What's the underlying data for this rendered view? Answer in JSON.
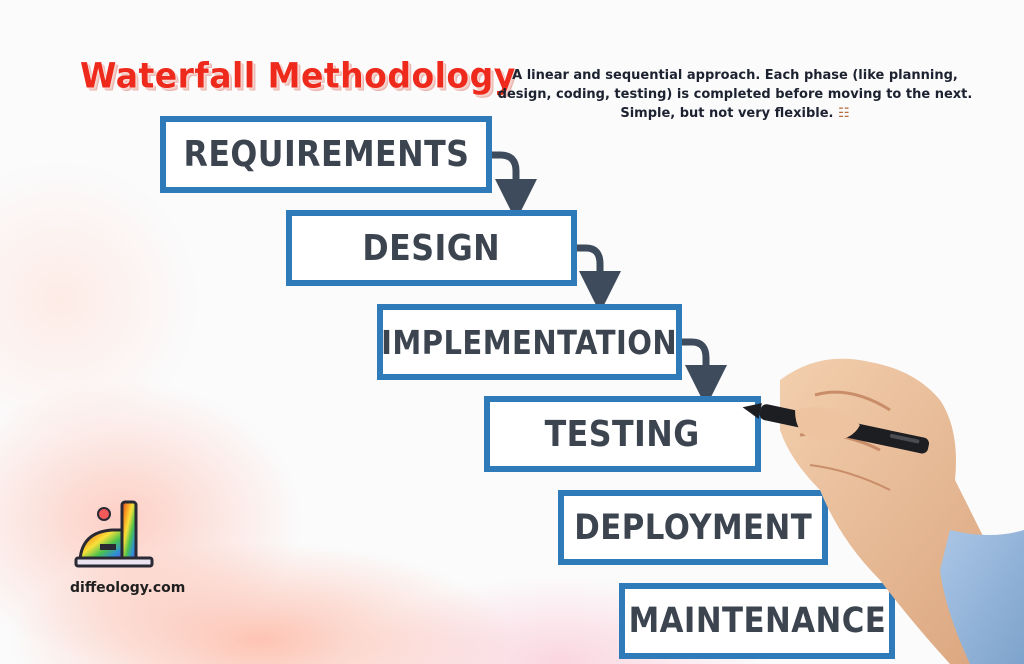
{
  "title": "Waterfall Methodology",
  "description": "A linear and sequential approach. Each phase (like planning, design, coding, testing) is completed before moving to the next. Simple, but not very flexible.",
  "description_icon": "ladder-icon",
  "phases": [
    "REQUIREMENTS",
    "DESIGN",
    "IMPLEMENTATION",
    "TESTING",
    "DEPLOYMENT",
    "MAINTENANCE"
  ],
  "brand": {
    "site": "diffeology.com",
    "logo_icon": "diffeology-logo-icon"
  },
  "colors": {
    "title": "#ee2a1c",
    "box_border": "#2f7ab9",
    "box_text": "#3c4450",
    "arrow": "#3d4b5c"
  }
}
